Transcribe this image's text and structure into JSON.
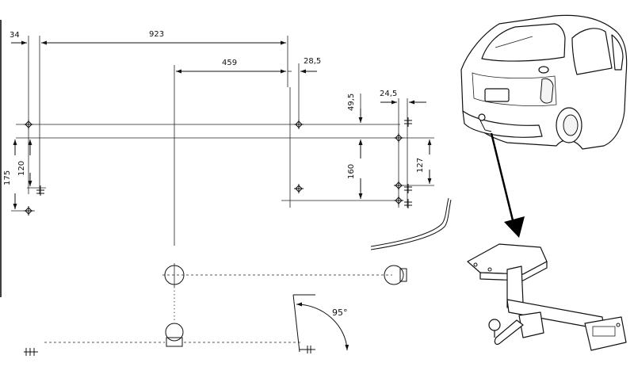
{
  "dimensions": {
    "d34": "34",
    "d923": "923",
    "d459": "459",
    "d28_5": "28,5",
    "d24_5": "24,5",
    "d49_5": "49,5",
    "d120": "120",
    "d175": "175",
    "d160": "160",
    "d127": "127",
    "angle": "95°"
  }
}
